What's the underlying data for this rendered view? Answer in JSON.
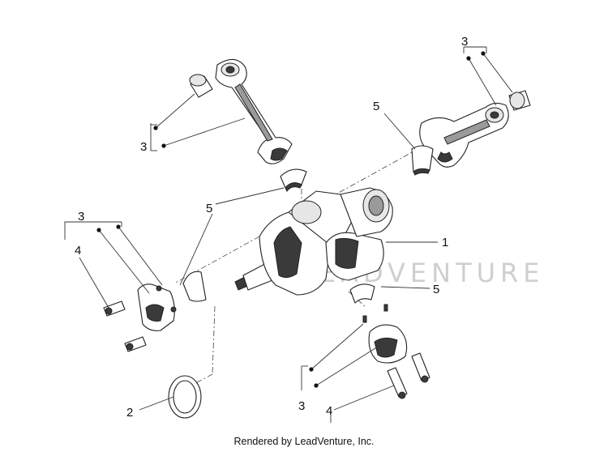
{
  "callouts": {
    "c1": "1",
    "c2": "2",
    "c3_top_left": "3",
    "c3_top_right": "3",
    "c3_left": "3",
    "c3_bottom": "3",
    "c4_left": "4",
    "c4_bottom": "4",
    "c5_top_right": "5",
    "c5_mid": "5",
    "c5_right": "5"
  },
  "watermark": "LEADVENTURE",
  "footer": "Rendered by LeadVenture, Inc.",
  "colors": {
    "line": "#222222",
    "shade_dark": "#3a3a3a",
    "shade_mid": "#9a9a9a",
    "watermark": "#cfcfcf"
  }
}
